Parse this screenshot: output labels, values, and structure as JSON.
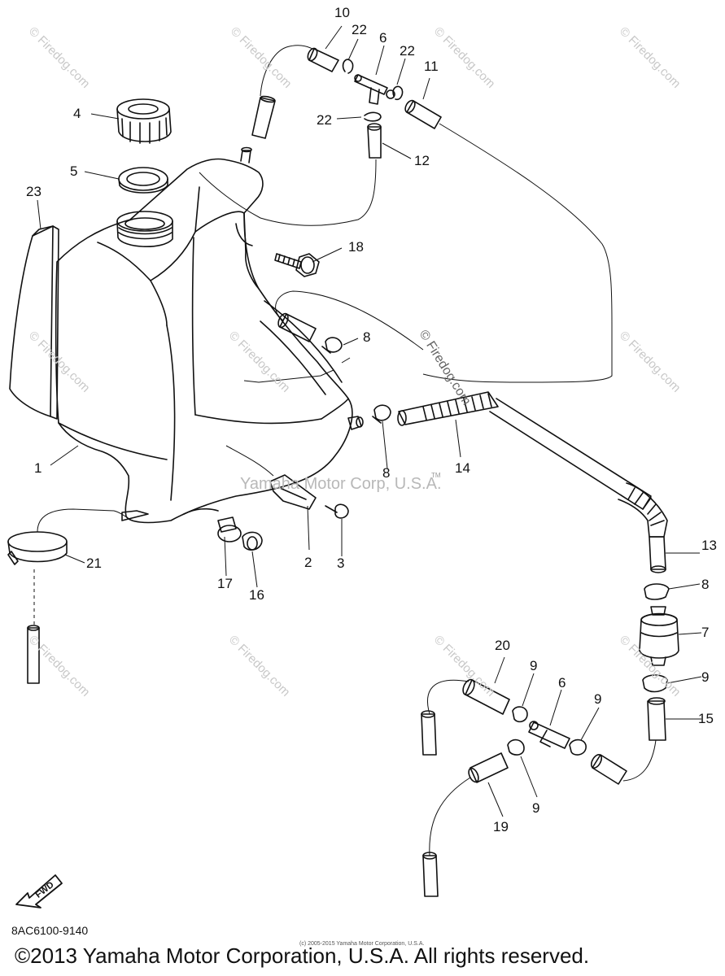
{
  "callouts": [
    {
      "id": "p10",
      "text": "10"
    },
    {
      "id": "p22a",
      "text": "22"
    },
    {
      "id": "p6a",
      "text": "6"
    },
    {
      "id": "p22b",
      "text": "22"
    },
    {
      "id": "p11",
      "text": "11"
    },
    {
      "id": "p4",
      "text": "4"
    },
    {
      "id": "p22c",
      "text": "22"
    },
    {
      "id": "p12",
      "text": "12"
    },
    {
      "id": "p5",
      "text": "5"
    },
    {
      "id": "p23",
      "text": "23"
    },
    {
      "id": "p18",
      "text": "18"
    },
    {
      "id": "p8a",
      "text": "8"
    },
    {
      "id": "p1",
      "text": "1"
    },
    {
      "id": "p8b",
      "text": "8"
    },
    {
      "id": "p14",
      "text": "14"
    },
    {
      "id": "p2",
      "text": "2"
    },
    {
      "id": "p3",
      "text": "3"
    },
    {
      "id": "p21",
      "text": "21"
    },
    {
      "id": "p17",
      "text": "17"
    },
    {
      "id": "p16",
      "text": "16"
    },
    {
      "id": "p13",
      "text": "13"
    },
    {
      "id": "p8c",
      "text": "8"
    },
    {
      "id": "p7",
      "text": "7"
    },
    {
      "id": "p20",
      "text": "20"
    },
    {
      "id": "p9a",
      "text": "9"
    },
    {
      "id": "p6b",
      "text": "6"
    },
    {
      "id": "p9b",
      "text": "9"
    },
    {
      "id": "p9c",
      "text": "9"
    },
    {
      "id": "p15",
      "text": "15"
    },
    {
      "id": "p9d",
      "text": "9"
    },
    {
      "id": "p19",
      "text": "19"
    }
  ],
  "watermark": "© Firedog.com",
  "watermark_center": "Yamaha Motor Corp, U.S.A.",
  "watermark_tm": "TM",
  "diagram_code": "8AC6100-9140",
  "copyright": "©2013 Yamaha Motor Corporation, U.S.A. All rights reserved.",
  "tiny_notice": "(c) 2005-2015 Yamaha Motor Corporation, U.S.A.",
  "fwd_label": "FWD"
}
